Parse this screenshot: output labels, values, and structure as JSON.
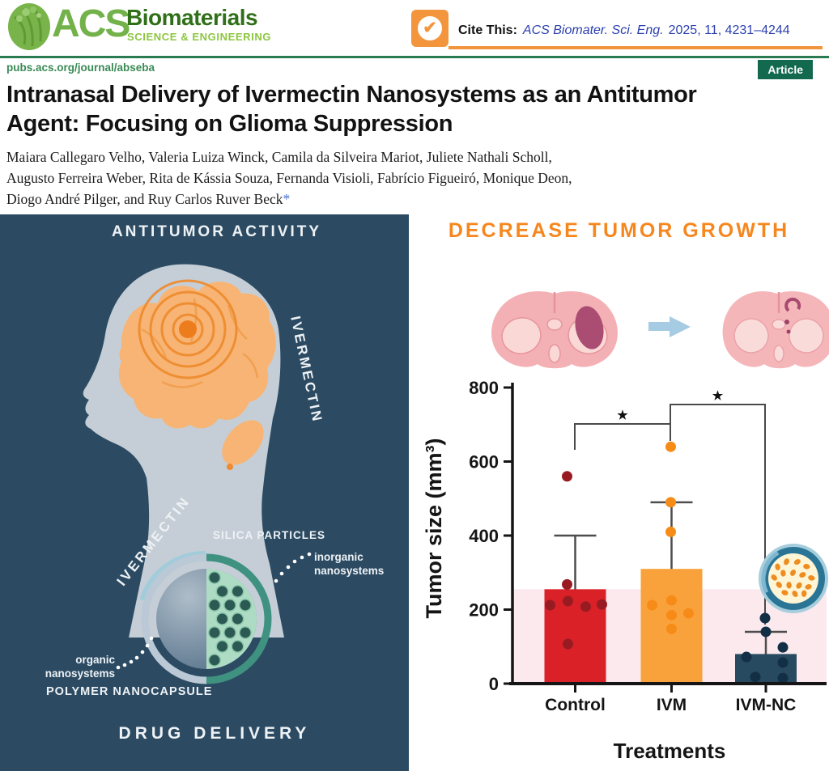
{
  "header": {
    "journal_name": "ACS",
    "journal_title": "Biomaterials",
    "journal_subtitle": "SCIENCE & ENGINEERING",
    "cite_label": "Cite This:",
    "cite_journal": "ACS Biomater. Sci. Eng.",
    "cite_detail": "2025, 11, 4231–4244",
    "check_glyph": "✔",
    "url": "pubs.acs.org/journal/abseba",
    "badge": "Article"
  },
  "article": {
    "title_line1": "Intranasal Delivery of Ivermectin Nanosystems as an Antitumor",
    "title_line2": "Agent: Focusing on Glioma Suppression",
    "authors_line1": "Maiara Callegaro Velho, Valeria Luiza Winck, Camila da Silveira Mariot, Juliete Nathali Scholl,",
    "authors_line2": "Augusto Ferreira Weber, Rita de Kássia Souza, Fernanda Visioli, Fabrício Figueiró, Monique Deon,",
    "authors_line3": "Diogo André Pilger, and Ruy Carlos Ruver Beck",
    "corresponding_mark": "*"
  },
  "left_panel": {
    "title": "ANTITUMOR ACTIVITY",
    "ivermectin_right": "IVERMECTIN",
    "ivermectin_left": "IVERMECTIN",
    "silica_label": "SILICA PARTICLES",
    "inorganic_line1": "inorganic",
    "inorganic_line2": "nanosystems",
    "organic_line1": "organic",
    "organic_line2": "nanosystems",
    "polymer_label": "POLYMER NANOCAPSULE",
    "footer": "DRUG DELIVERY",
    "colors": {
      "background": "#2c4b63",
      "head": "#c5ced6",
      "brain": "#f8b474",
      "target_rings": "#ee8b2e",
      "ivermectin_text": "#ee8c26"
    }
  },
  "right_panel": {
    "title": "DECREASE TUMOR GROWTH",
    "title_color": "#f6871e"
  },
  "chart_data": {
    "type": "bar",
    "title": "DECREASE TUMOR GROWTH",
    "categories": [
      "Control",
      "IVM",
      "IVM-NC"
    ],
    "bar_values": [
      255,
      310,
      80
    ],
    "bar_colors": [
      "#da2128",
      "#f9a23b",
      "#274a60"
    ],
    "error_caps": [
      400,
      490,
      140
    ],
    "points": [
      [
        560,
        268,
        223,
        214,
        212,
        208,
        107
      ],
      [
        640,
        490,
        410,
        225,
        212,
        190,
        185,
        148
      ],
      [
        177,
        140,
        98,
        72,
        57,
        18,
        15
      ]
    ],
    "point_colors": [
      "#991b22",
      "#f78b17",
      "#132f45"
    ],
    "ylabel": "Tumor size (mm³)",
    "xlabel": "Treatments",
    "yticks": [
      0,
      200,
      400,
      600,
      800
    ],
    "ylim": [
      0,
      800
    ],
    "grid": false,
    "legend": false,
    "shaded_band": [
      0,
      255
    ],
    "band_color": "#fbe9ee",
    "significance": [
      "★",
      "★"
    ]
  }
}
